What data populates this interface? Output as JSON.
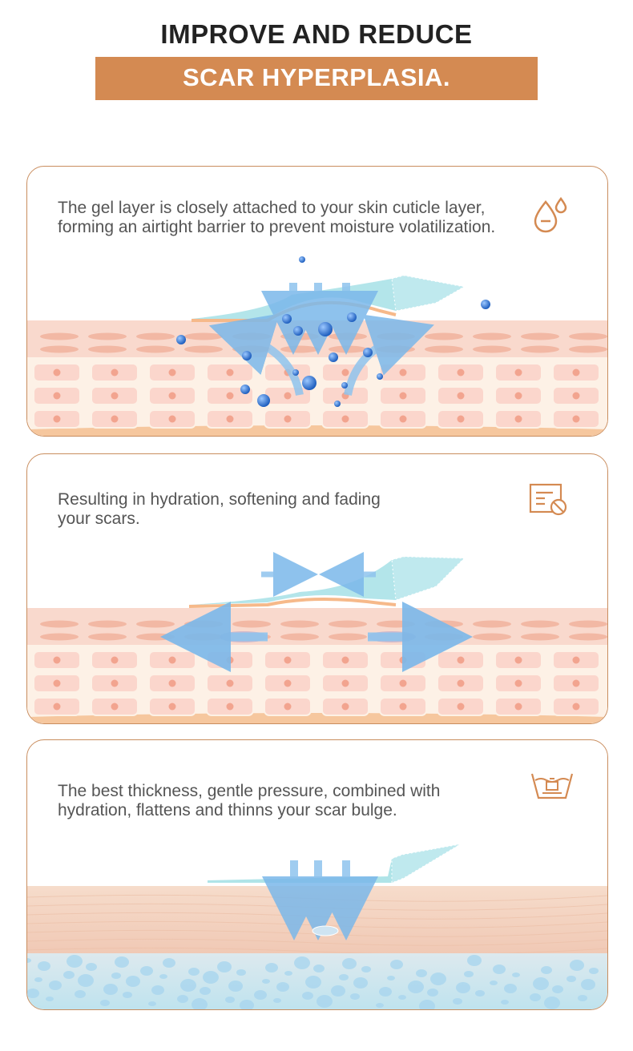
{
  "header": {
    "title_line1": "IMPROVE AND REDUCE",
    "title_line2": "SCAR HYPERPLASIA."
  },
  "colors": {
    "accent": "#d48a52",
    "card_border": "#c98d5e",
    "text": "#555555",
    "gel": "#8fd6dd",
    "arrow": "#8fc4ee",
    "skin_pink": "#f6cdc3",
    "skin_cell": "#fbe3dc",
    "skin_nucleus": "#f2a48f",
    "water_drop": "#2c6fc8"
  },
  "cards": [
    {
      "text": "The gel layer is closely attached to your skin cuticle layer, forming an airtight barrier to prevent moisture volatilization.",
      "icon": "water-drops-icon"
    },
    {
      "text": "Resulting in hydration, softening and fading your scars.",
      "icon": "document-fade-icon"
    },
    {
      "text": "The best thickness, gentle pressure, combined with hydration, flattens and thinns your scar bulge.",
      "icon": "pressure-basin-icon"
    }
  ]
}
